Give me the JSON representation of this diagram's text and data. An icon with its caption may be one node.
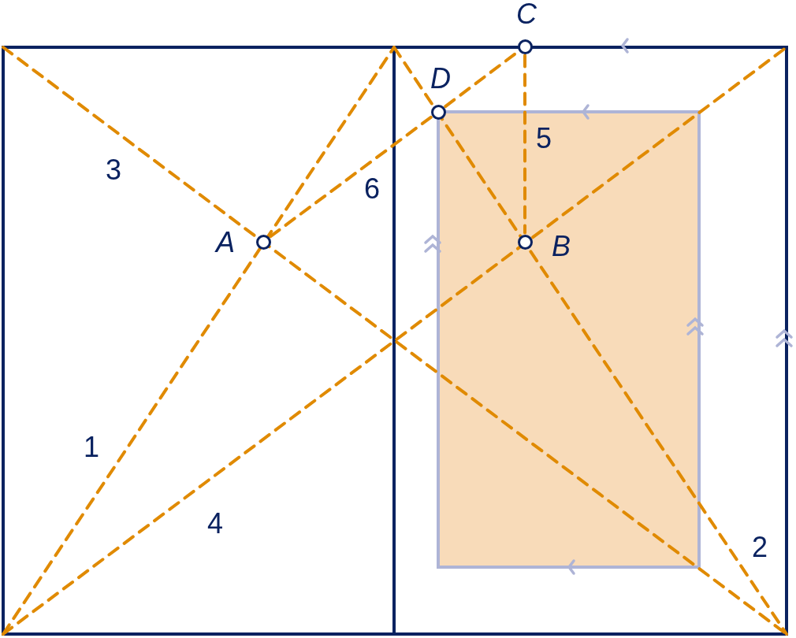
{
  "diagram": {
    "nodes": [
      {
        "text": [],
        "shape": "circle",
        "beside": [
          "C"
        ]
      },
      {
        "text": [],
        "shape": "circle",
        "beside": [
          "D"
        ]
      },
      {
        "text": [],
        "shape": "circle",
        "beside": [
          "A"
        ]
      },
      {
        "text": [],
        "shape": "circle",
        "beside": [
          "B"
        ]
      }
    ],
    "edges": [
      {
        "from": 0,
        "to": 3,
        "arrow": "none",
        "style": "dashed",
        "label": "5"
      },
      {
        "from": 2,
        "to": 1,
        "arrow": "none",
        "style": "dashed",
        "label": "6"
      },
      {
        "from": 1,
        "to": 0,
        "arrow": "none",
        "style": "dashed"
      }
    ],
    "labels": [
      "3",
      "1",
      "4",
      "2"
    ]
  }
}
